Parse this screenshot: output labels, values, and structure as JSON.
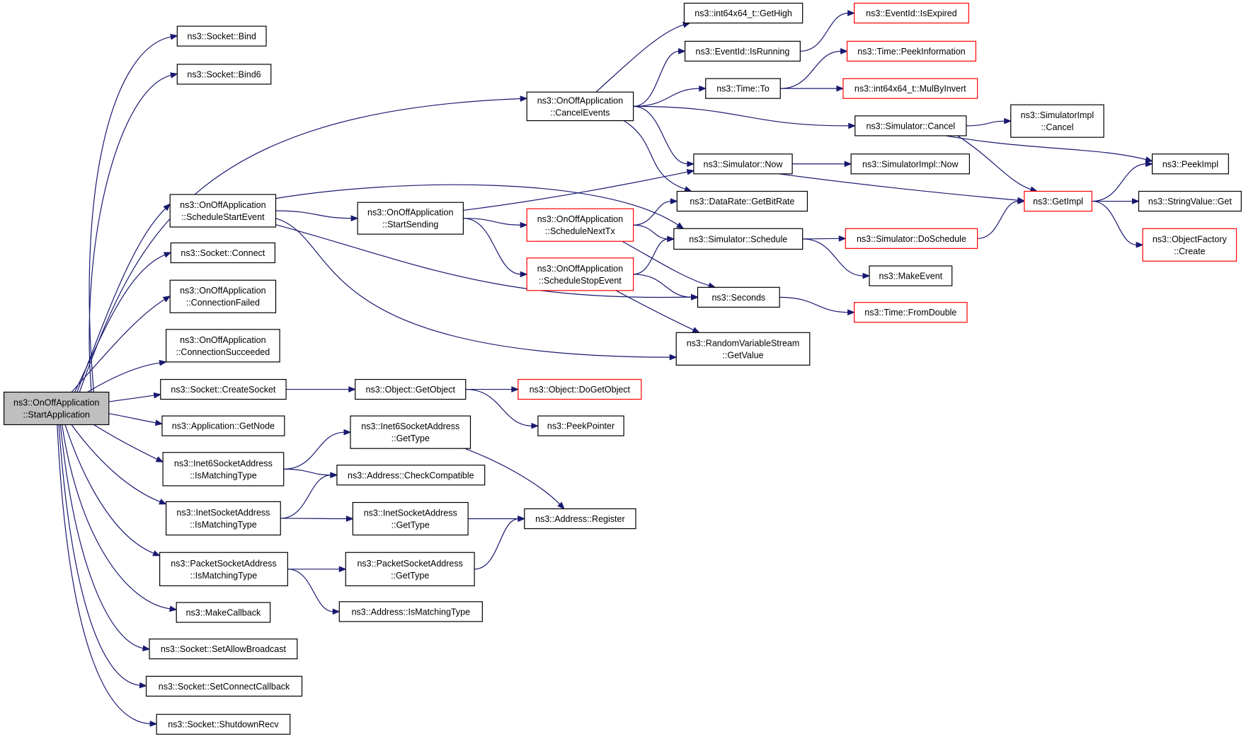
{
  "colors": {
    "edge": "#191970",
    "border_default": "#000000",
    "border_truncated": "#ff0000",
    "root_fill": "#bfbfbf",
    "node_fill": "#ffffff"
  },
  "nodes": [
    {
      "id": "startapp",
      "lines": [
        "ns3::OnOffApplication",
        "::StartApplication"
      ],
      "style": "root"
    },
    {
      "id": "bind",
      "lines": [
        "ns3::Socket::Bind"
      ],
      "style": "normal"
    },
    {
      "id": "bind6",
      "lines": [
        "ns3::Socket::Bind6"
      ],
      "style": "normal"
    },
    {
      "id": "sched_start",
      "lines": [
        "ns3::OnOffApplication",
        "::ScheduleStartEvent"
      ],
      "style": "normal"
    },
    {
      "id": "connect",
      "lines": [
        "ns3::Socket::Connect"
      ],
      "style": "normal"
    },
    {
      "id": "conn_failed",
      "lines": [
        "ns3::OnOffApplication",
        "::ConnectionFailed"
      ],
      "style": "normal"
    },
    {
      "id": "conn_succ",
      "lines": [
        "ns3::OnOffApplication",
        "::ConnectionSucceeded"
      ],
      "style": "normal"
    },
    {
      "id": "create_socket",
      "lines": [
        "ns3::Socket::CreateSocket"
      ],
      "style": "normal"
    },
    {
      "id": "get_node",
      "lines": [
        "ns3::Application::GetNode"
      ],
      "style": "normal"
    },
    {
      "id": "i6_match",
      "lines": [
        "ns3::Inet6SocketAddress",
        "::IsMatchingType"
      ],
      "style": "normal"
    },
    {
      "id": "i4_match",
      "lines": [
        "ns3::InetSocketAddress",
        "::IsMatchingType"
      ],
      "style": "normal"
    },
    {
      "id": "pkt_match",
      "lines": [
        "ns3::PacketSocketAddress",
        "::IsMatchingType"
      ],
      "style": "normal"
    },
    {
      "id": "make_cb",
      "lines": [
        "ns3::MakeCallback"
      ],
      "style": "normal"
    },
    {
      "id": "allow_bc",
      "lines": [
        "ns3::Socket::SetAllowBroadcast"
      ],
      "style": "normal"
    },
    {
      "id": "set_conn_cb",
      "lines": [
        "ns3::Socket::SetConnectCallback"
      ],
      "style": "normal"
    },
    {
      "id": "shutdown",
      "lines": [
        "ns3::Socket::ShutdownRecv"
      ],
      "style": "normal"
    },
    {
      "id": "cancel_events",
      "lines": [
        "ns3::OnOffApplication",
        "::CancelEvents"
      ],
      "style": "normal"
    },
    {
      "id": "start_sending",
      "lines": [
        "ns3::OnOffApplication",
        "::StartSending"
      ],
      "style": "normal"
    },
    {
      "id": "sched_next",
      "lines": [
        "ns3::OnOffApplication",
        "::ScheduleNextTx"
      ],
      "style": "truncated"
    },
    {
      "id": "sched_stop",
      "lines": [
        "ns3::OnOffApplication",
        "::ScheduleStopEvent"
      ],
      "style": "truncated"
    },
    {
      "id": "get_object",
      "lines": [
        "ns3::Object::GetObject"
      ],
      "style": "normal"
    },
    {
      "id": "do_get_object",
      "lines": [
        "ns3::Object::DoGetObject"
      ],
      "style": "truncated"
    },
    {
      "id": "peek_pointer",
      "lines": [
        "ns3::PeekPointer"
      ],
      "style": "normal"
    },
    {
      "id": "i6_gettype",
      "lines": [
        "ns3::Inet6SocketAddress",
        "::GetType"
      ],
      "style": "normal"
    },
    {
      "id": "addr_check",
      "lines": [
        "ns3::Address::CheckCompatible"
      ],
      "style": "normal"
    },
    {
      "id": "i4_gettype",
      "lines": [
        "ns3::InetSocketAddress",
        "::GetType"
      ],
      "style": "normal"
    },
    {
      "id": "addr_register",
      "lines": [
        "ns3::Address::Register"
      ],
      "style": "normal"
    },
    {
      "id": "pkt_gettype",
      "lines": [
        "ns3::PacketSocketAddress",
        "::GetType"
      ],
      "style": "normal"
    },
    {
      "id": "addr_ismatch",
      "lines": [
        "ns3::Address::IsMatchingType"
      ],
      "style": "normal"
    },
    {
      "id": "get_high",
      "lines": [
        "ns3::int64x64_t::GetHigh"
      ],
      "style": "normal"
    },
    {
      "id": "is_running",
      "lines": [
        "ns3::EventId::IsRunning"
      ],
      "style": "normal"
    },
    {
      "id": "time_to",
      "lines": [
        "ns3::Time::To"
      ],
      "style": "normal"
    },
    {
      "id": "sim_cancel",
      "lines": [
        "ns3::Simulator::Cancel"
      ],
      "style": "normal"
    },
    {
      "id": "sim_now",
      "lines": [
        "ns3::Simulator::Now"
      ],
      "style": "normal"
    },
    {
      "id": "get_bitrate",
      "lines": [
        "ns3::DataRate::GetBitRate"
      ],
      "style": "normal"
    },
    {
      "id": "sim_schedule",
      "lines": [
        "ns3::Simulator::Schedule"
      ],
      "style": "normal"
    },
    {
      "id": "seconds",
      "lines": [
        "ns3::Seconds"
      ],
      "style": "normal"
    },
    {
      "id": "rvs_getvalue",
      "lines": [
        "ns3::RandomVariableStream",
        "::GetValue"
      ],
      "style": "normal"
    },
    {
      "id": "is_expired",
      "lines": [
        "ns3::EventId::IsExpired"
      ],
      "style": "truncated"
    },
    {
      "id": "peek_info",
      "lines": [
        "ns3::Time::PeekInformation"
      ],
      "style": "truncated"
    },
    {
      "id": "mul_by_invert",
      "lines": [
        "ns3::int64x64_t::MulByInvert"
      ],
      "style": "truncated"
    },
    {
      "id": "simimpl_cancel",
      "lines": [
        "ns3::SimulatorImpl",
        "::Cancel"
      ],
      "style": "normal"
    },
    {
      "id": "simimpl_now",
      "lines": [
        "ns3::SimulatorImpl::Now"
      ],
      "style": "normal"
    },
    {
      "id": "get_impl",
      "lines": [
        "ns3::GetImpl"
      ],
      "style": "truncated"
    },
    {
      "id": "do_schedule",
      "lines": [
        "ns3::Simulator::DoSchedule"
      ],
      "style": "truncated"
    },
    {
      "id": "make_event",
      "lines": [
        "ns3::MakeEvent"
      ],
      "style": "normal"
    },
    {
      "id": "from_double",
      "lines": [
        "ns3::Time::FromDouble"
      ],
      "style": "truncated"
    },
    {
      "id": "peek_impl",
      "lines": [
        "ns3::PeekImpl"
      ],
      "style": "normal"
    },
    {
      "id": "string_get",
      "lines": [
        "ns3::StringValue::Get"
      ],
      "style": "normal"
    },
    {
      "id": "obj_factory",
      "lines": [
        "ns3::ObjectFactory",
        "::Create"
      ],
      "style": "truncated"
    }
  ],
  "edges": [
    [
      "startapp",
      "bind"
    ],
    [
      "startapp",
      "bind6"
    ],
    [
      "startapp",
      "cancel_events"
    ],
    [
      "startapp",
      "sched_start"
    ],
    [
      "startapp",
      "connect"
    ],
    [
      "startapp",
      "conn_failed"
    ],
    [
      "startapp",
      "conn_succ"
    ],
    [
      "startapp",
      "create_socket"
    ],
    [
      "startapp",
      "get_node"
    ],
    [
      "startapp",
      "i6_match"
    ],
    [
      "startapp",
      "i4_match"
    ],
    [
      "startapp",
      "pkt_match"
    ],
    [
      "startapp",
      "make_cb"
    ],
    [
      "startapp",
      "allow_bc"
    ],
    [
      "startapp",
      "set_conn_cb"
    ],
    [
      "startapp",
      "shutdown"
    ],
    [
      "cancel_events",
      "get_high"
    ],
    [
      "cancel_events",
      "is_running"
    ],
    [
      "cancel_events",
      "time_to"
    ],
    [
      "cancel_events",
      "sim_cancel"
    ],
    [
      "cancel_events",
      "sim_now"
    ],
    [
      "cancel_events",
      "get_bitrate"
    ],
    [
      "is_running",
      "is_expired"
    ],
    [
      "time_to",
      "peek_info"
    ],
    [
      "time_to",
      "mul_by_invert"
    ],
    [
      "sim_cancel",
      "simimpl_cancel"
    ],
    [
      "sim_cancel",
      "get_impl"
    ],
    [
      "sim_cancel",
      "peek_impl"
    ],
    [
      "sim_now",
      "simimpl_now"
    ],
    [
      "sim_now",
      "get_impl"
    ],
    [
      "sched_start",
      "start_sending"
    ],
    [
      "sched_start",
      "sim_schedule"
    ],
    [
      "sched_start",
      "seconds"
    ],
    [
      "sched_start",
      "rvs_getvalue"
    ],
    [
      "start_sending",
      "sim_now"
    ],
    [
      "start_sending",
      "sched_next"
    ],
    [
      "start_sending",
      "sched_stop"
    ],
    [
      "sched_next",
      "get_bitrate"
    ],
    [
      "sched_next",
      "sim_schedule"
    ],
    [
      "sched_next",
      "seconds"
    ],
    [
      "sched_stop",
      "sim_schedule"
    ],
    [
      "sched_stop",
      "seconds"
    ],
    [
      "sched_stop",
      "rvs_getvalue"
    ],
    [
      "sim_schedule",
      "do_schedule"
    ],
    [
      "sim_schedule",
      "make_event"
    ],
    [
      "do_schedule",
      "get_impl"
    ],
    [
      "seconds",
      "from_double"
    ],
    [
      "get_impl",
      "peek_impl"
    ],
    [
      "get_impl",
      "string_get"
    ],
    [
      "get_impl",
      "obj_factory"
    ],
    [
      "create_socket",
      "get_object"
    ],
    [
      "get_object",
      "do_get_object"
    ],
    [
      "get_object",
      "peek_pointer"
    ],
    [
      "i6_match",
      "i6_gettype"
    ],
    [
      "i6_match",
      "addr_check"
    ],
    [
      "i6_gettype",
      "addr_register"
    ],
    [
      "i4_match",
      "addr_check"
    ],
    [
      "i4_match",
      "i4_gettype"
    ],
    [
      "i4_gettype",
      "addr_register"
    ],
    [
      "pkt_match",
      "pkt_gettype"
    ],
    [
      "pkt_match",
      "addr_ismatch"
    ],
    [
      "pkt_gettype",
      "addr_register"
    ]
  ]
}
